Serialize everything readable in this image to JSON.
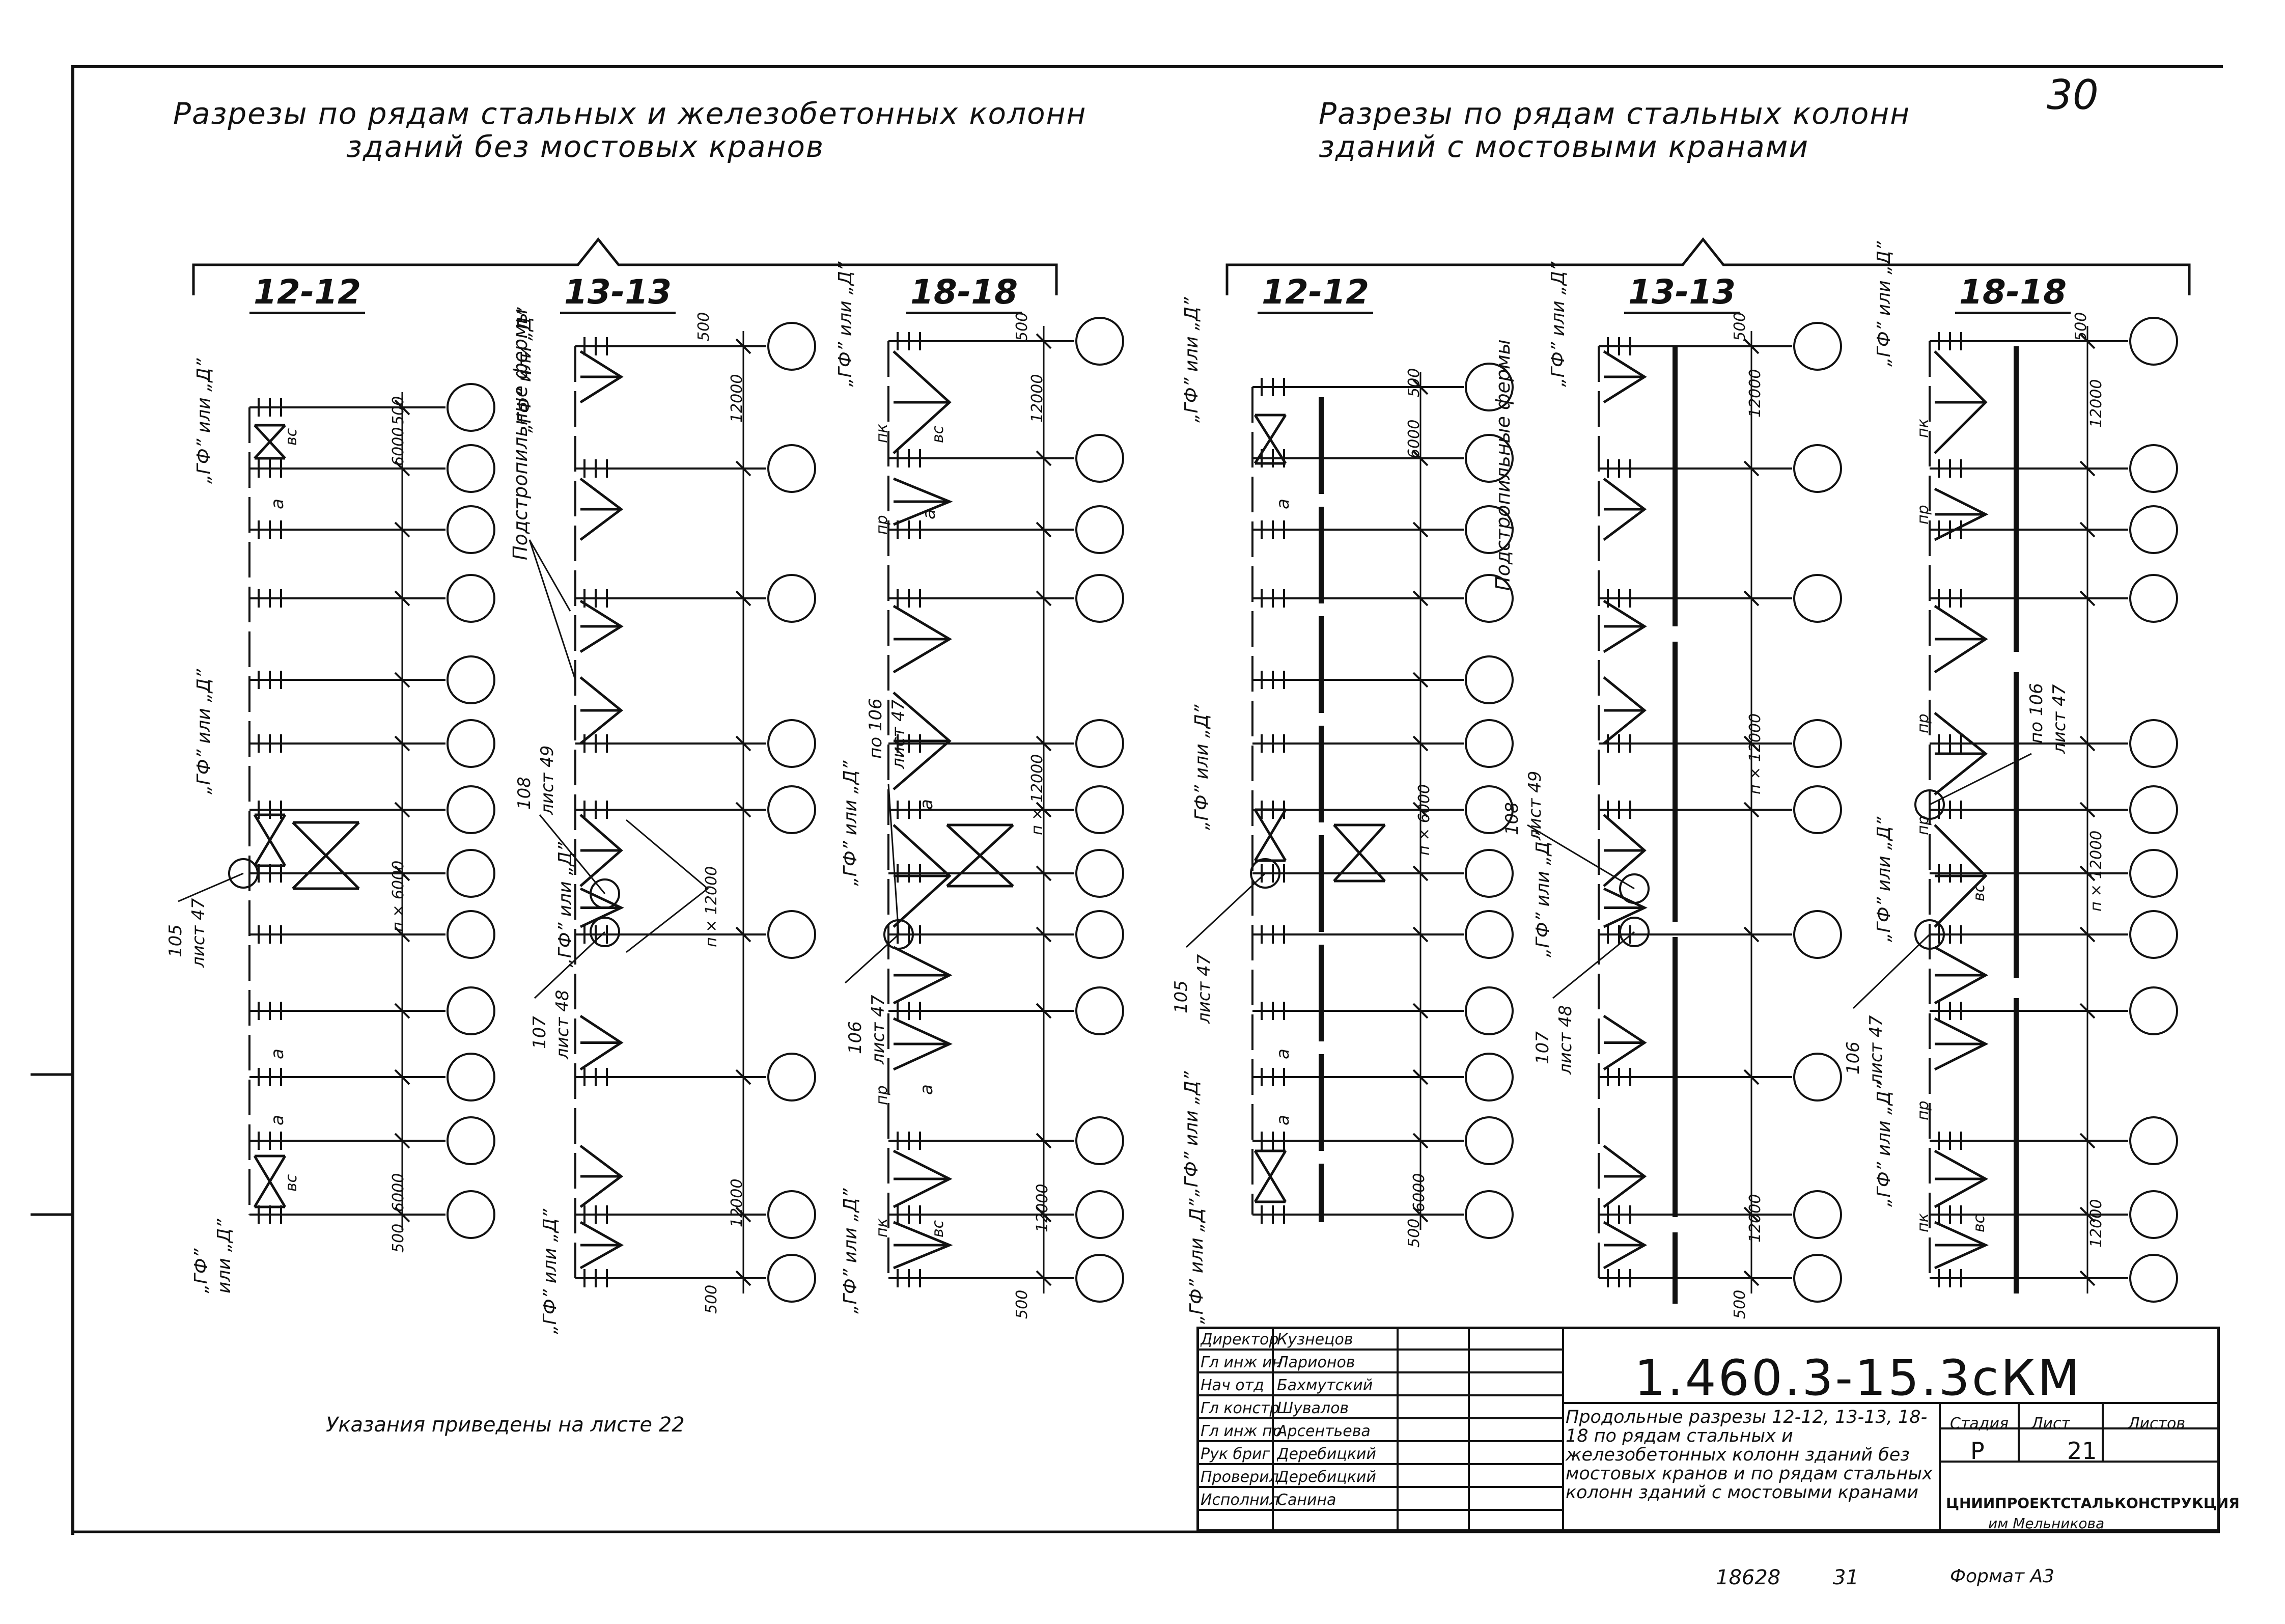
{
  "sheet_number_handwritten": "30",
  "left_group": {
    "heading_line1": "Разрезы  по рядам  стальных и железобетонных  колонн",
    "heading_line2": "зданий  без  мостовых   кранов"
  },
  "right_group": {
    "heading_line1": "Разрезы  по рядам  стальных  колонн",
    "heading_line2": "зданий  с  мостовыми  кранами"
  },
  "sections": {
    "s1": "12-12",
    "s2": "13-13",
    "s3": "18-18",
    "s4": "12-12",
    "s5": "13-13",
    "s6": "18-18"
  },
  "callouts": {
    "trusses": "Подстропильные  фермы",
    "c105": "105",
    "c105_sheet": "лист 47",
    "c106": "106",
    "c106_sheet": "лист 47",
    "c107": "107",
    "c107_sheet": "лист 48",
    "c108": "108",
    "c108_sheet": "лист 49",
    "c106b": "по 106",
    "c106b_sheet": "лист 47"
  },
  "row_labels": {
    "gf_d": "„ГФ” или „Д”",
    "gf": "„ГФ”",
    "or_d": "или „Д”",
    "n": "п",
    "a": "а",
    "vs": "вс",
    "pk": "пк",
    "pr": "пр"
  },
  "dims": {
    "d500": "500",
    "d6000": "6000",
    "d12000": "12000",
    "n6000": "п × 6000",
    "n12000": "п × 12000"
  },
  "note": "Указания   приведены  на  листе  22",
  "title_block": {
    "roles": [
      "Директор",
      "Гл инж ин",
      "Нач отд",
      "Гл констр",
      "Гл инж пр",
      "Рук бриг",
      "Проверил",
      "Исполнил"
    ],
    "names": [
      "Кузнецов",
      "Ларионов",
      "Бахмутский",
      "Шувалов",
      "Арсентьева",
      "Деребицкий",
      "Деребицкий",
      "Санина"
    ],
    "code": "1.460.3-15.3сКМ",
    "description": "Продольные разрезы 12-12, 13-13, 18-18 по рядам стальных и железобетонных колонн зданий без мостовых кранов и по рядам стальных колонн зданий с мостовыми кранами",
    "stage_label": "Стадия",
    "sheet_label": "Лист",
    "sheets_label": "Листов",
    "stage": "Р",
    "sheet": "21",
    "org": "ЦНИИПРОЕКТСТАЛЬКОНСТРУКЦИЯ",
    "org_sub": "им Мельникова"
  },
  "footer": {
    "inv": "18628",
    "page": "31",
    "format": "Формат А3"
  }
}
